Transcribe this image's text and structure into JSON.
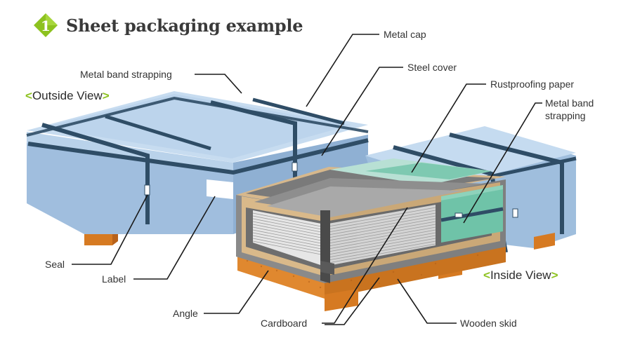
{
  "header": {
    "number": "1",
    "title": "Sheet packaging example"
  },
  "views": {
    "outside_open": "<",
    "outside": "Outside View",
    "outside_close": ">",
    "inside_open": "<",
    "inside": "Inside View",
    "inside_close": ">"
  },
  "callouts": {
    "metal_band_strapping_outside": "Metal band strapping",
    "metal_cap": "Metal cap",
    "steel_cover": "Steel cover",
    "rustproofing_paper": "Rustproofing paper",
    "metal_band_strapping_inside_1": "Metal band",
    "metal_band_strapping_inside_2": "strapping",
    "seal": "Seal",
    "label": "Label",
    "angle": "Angle",
    "cardboard": "Cardboard",
    "wooden_skid": "Wooden skid"
  },
  "colors": {
    "accent_green": "#8dc21f",
    "package_blue": "#a9c6e4",
    "band_navy": "#2f4d66",
    "wood_orange": "#e0882f",
    "rustproof_teal": "#6fc3a8"
  }
}
